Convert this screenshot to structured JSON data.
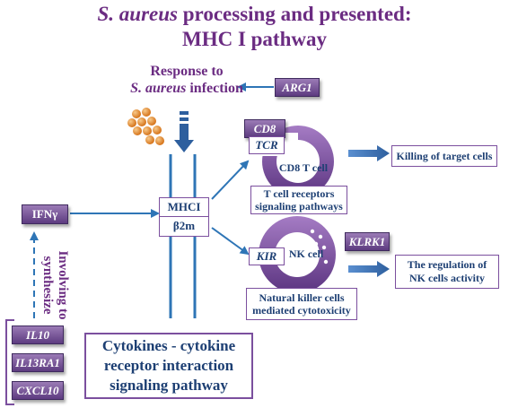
{
  "title": {
    "italic": "S. aureus",
    "line1_rest": " processing and presented:",
    "line2": "MHC I pathway"
  },
  "response": {
    "line1": "Response to",
    "italic": "S. aureus",
    "rest": " infection"
  },
  "genes": {
    "arg1": "ARG1",
    "cd8": "CD8",
    "tcr": "TCR",
    "kir": "KIR",
    "klrk1": "KLRK1",
    "il10": "IL10",
    "il13ra1": "IL13RA1",
    "cxcl10": "CXCL10"
  },
  "ifng": "IFNγ",
  "mhc": {
    "top": "MHCI",
    "bottom": "β2m"
  },
  "cd8_cell": "CD8 T cell",
  "nk_cell": "NK cell",
  "tcr_pathway": {
    "line1": "T cell receptors",
    "line2": "signaling pathways"
  },
  "nk_pathway": {
    "line1": "Natural killer cells",
    "line2": "mediated cytotoxicity"
  },
  "killing": "Killing of target cells",
  "nk_regulation": {
    "line1": "The regulation of",
    "line2": "NK cells activity"
  },
  "involving": {
    "line1": "Involving to",
    "line2": "synthesize"
  },
  "cytokine": {
    "line1": "Cytokines - cytokine",
    "line2": "receptor interaction",
    "line3": "signaling pathway"
  },
  "colors": {
    "purple": "#7b4f9e",
    "blue": "#2e75b6",
    "navy": "#1d3f73",
    "title": "#6b2c82"
  }
}
